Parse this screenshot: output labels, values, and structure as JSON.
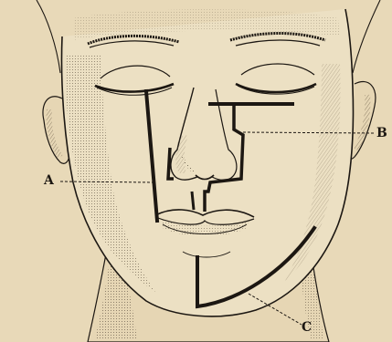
{
  "labels": {
    "a": "A",
    "b": "B",
    "c": "C"
  },
  "colors": {
    "paper": "#e8d9b8",
    "ink": "#1c1712",
    "shade": "#8a7a62"
  }
}
